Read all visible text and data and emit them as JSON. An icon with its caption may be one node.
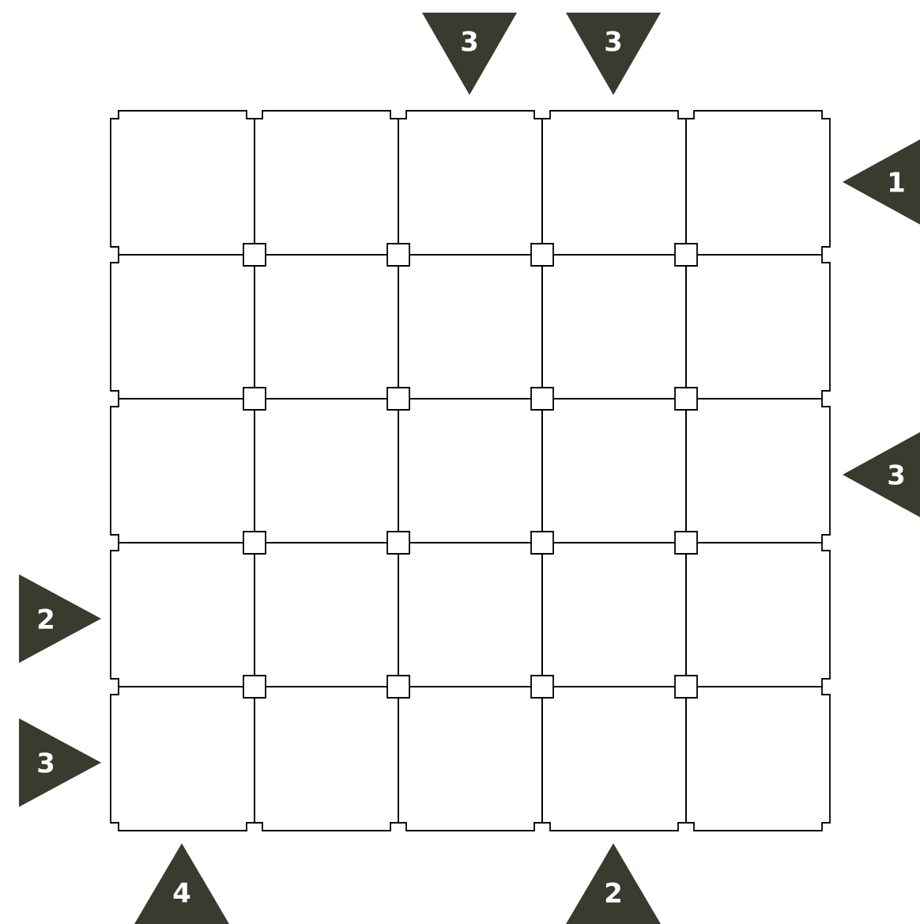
{
  "diagram": {
    "nodes": [
      {
        "text": [
          "3"
        ]
      },
      {
        "text": [
          "3"
        ]
      },
      {
        "text": [
          "1"
        ]
      },
      {
        "text": [
          "3"
        ]
      },
      {
        "text": [
          "2"
        ]
      },
      {
        "text": [
          "3"
        ]
      },
      {
        "text": [
          "4"
        ]
      },
      {
        "text": [
          "2"
        ]
      }
    ]
  }
}
